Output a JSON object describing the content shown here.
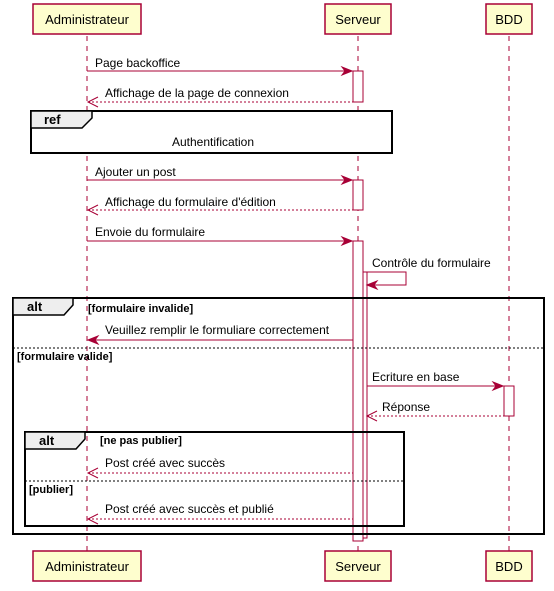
{
  "participants": {
    "admin": "Administrateur",
    "server": "Serveur",
    "db": "BDD"
  },
  "messages": {
    "m1": "Page backoffice",
    "m2": "Affichage de la page de connexion",
    "m3": "Ajouter un post",
    "m4": "Affichage du formulaire d'édition",
    "m5": "Envoie du formulaire",
    "m6": "Contrôle du formulaire",
    "m7": "Veuillez remplir le formuliare correctement",
    "m8": "Ecriture en base",
    "m9": "Réponse",
    "m10": "Post créé avec succès",
    "m11": "Post créé avec succès et publié"
  },
  "ref": {
    "keyword": "ref",
    "label": "Authentification"
  },
  "alt_outer": {
    "keyword": "alt",
    "guard1": "[formulaire invalide]",
    "guard2": "[formulaire valide]"
  },
  "alt_inner": {
    "keyword": "alt",
    "guard1": "[ne pas publier]",
    "guard2": "[publier]"
  },
  "colors": {
    "participant_fill": "#FEFECE",
    "line_color": "#A80036",
    "frame_tab": "#EEEEEE"
  }
}
